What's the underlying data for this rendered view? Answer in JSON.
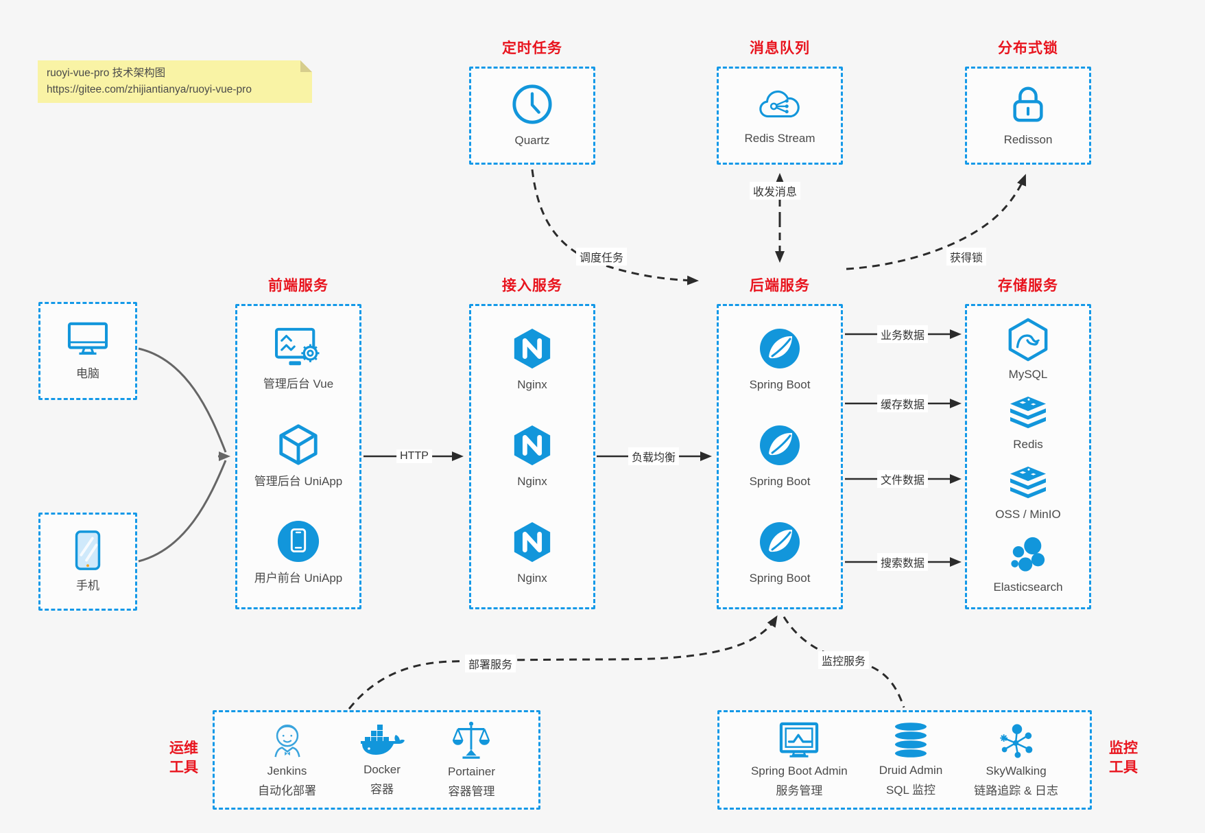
{
  "note": {
    "line1": "ruoyi-vue-pro 技术架构图",
    "line2": "https://gitee.com/zhijiantianya/ruoyi-vue-pro"
  },
  "colors": {
    "accent_border": "#1499e8",
    "icon_blue": "#1296db",
    "title_red": "#e8141e",
    "arrow_dark": "#2b2b2b",
    "client_curve_gray": "#666666",
    "note_bg": "#f9f3a5",
    "canvas_bg": "#f6f6f6"
  },
  "top_groups": [
    {
      "title": "定时任务",
      "node": {
        "icon": "clock-icon",
        "label": "Quartz"
      }
    },
    {
      "title": "消息队列",
      "node": {
        "icon": "cloud-share-icon",
        "label": "Redis Stream"
      }
    },
    {
      "title": "分布式锁",
      "node": {
        "icon": "lock-icon",
        "label": "Redisson"
      }
    }
  ],
  "clients": [
    {
      "icon": "desktop-icon",
      "label": "电脑"
    },
    {
      "icon": "smartphone-icon",
      "label": "手机"
    }
  ],
  "columns": [
    {
      "title": "前端服务",
      "items": [
        {
          "icon": "admin-vue-icon",
          "label": "管理后台 Vue"
        },
        {
          "icon": "uniapp-cube-icon",
          "label": "管理后台 UniApp"
        },
        {
          "icon": "user-app-icon",
          "label": "用户前台 UniApp"
        }
      ]
    },
    {
      "title": "接入服务",
      "items": [
        {
          "icon": "nginx-icon",
          "label": "Nginx"
        },
        {
          "icon": "nginx-icon",
          "label": "Nginx"
        },
        {
          "icon": "nginx-icon",
          "label": "Nginx"
        }
      ]
    },
    {
      "title": "后端服务",
      "items": [
        {
          "icon": "spring-boot-icon",
          "label": "Spring Boot"
        },
        {
          "icon": "spring-boot-icon",
          "label": "Spring Boot"
        },
        {
          "icon": "spring-boot-icon",
          "label": "Spring Boot"
        }
      ]
    },
    {
      "title": "存储服务",
      "items": [
        {
          "icon": "mysql-icon",
          "label": "MySQL"
        },
        {
          "icon": "redis-icon",
          "label": "Redis"
        },
        {
          "icon": "oss-icon",
          "label": "OSS / MinIO"
        },
        {
          "icon": "elasticsearch-icon",
          "label": "Elasticsearch"
        }
      ]
    }
  ],
  "bottom_groups": [
    {
      "title_line1": "运维",
      "title_line2": "工具",
      "items": [
        {
          "icon": "jenkins-icon",
          "label": "Jenkins",
          "sublabel": "自动化部署"
        },
        {
          "icon": "docker-icon",
          "label": "Docker",
          "sublabel": "容器"
        },
        {
          "icon": "portainer-icon",
          "label": "Portainer",
          "sublabel": "容器管理"
        }
      ]
    },
    {
      "title_line1": "监控",
      "title_line2": "工具",
      "items": [
        {
          "icon": "spring-boot-admin-icon",
          "label": "Spring Boot Admin",
          "sublabel": "服务管理"
        },
        {
          "icon": "druid-icon",
          "label": "Druid Admin",
          "sublabel": "SQL 监控"
        },
        {
          "icon": "skywalking-icon",
          "label": "SkyWalking",
          "sublabel": "链路追踪 & 日志"
        }
      ]
    }
  ],
  "edges": {
    "http": "HTTP",
    "load_balance": "负载均衡",
    "business_data": "业务数据",
    "cache_data": "缓存数据",
    "file_data": "文件数据",
    "search_data": "搜索数据",
    "schedule_task": "调度任务",
    "send_receive_message": "收发消息",
    "acquire_lock": "获得锁",
    "deploy_service": "部署服务",
    "monitor_service": "监控服务"
  }
}
